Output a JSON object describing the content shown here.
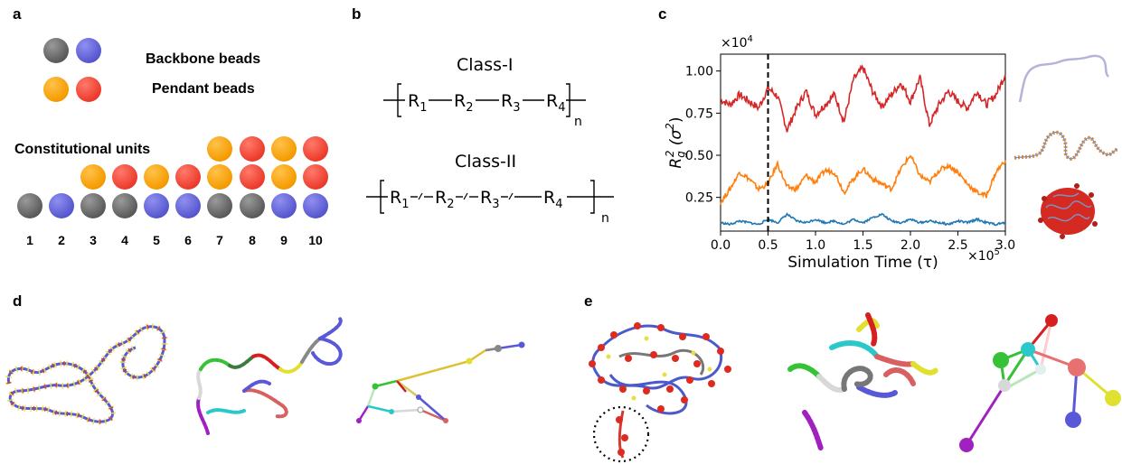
{
  "panels": {
    "a": "a",
    "b": "b",
    "c": "c",
    "d": "d",
    "e": "e"
  },
  "panel_a": {
    "backbone_label": "Backbone beads",
    "pendant_label": "Pendant beads",
    "constitutional_label": "Constitutional units",
    "unit_numbers": [
      "1",
      "2",
      "3",
      "4",
      "5",
      "6",
      "7",
      "8",
      "9",
      "10"
    ],
    "colors": {
      "gray": "#5b5b5b",
      "blue": "#5757cf",
      "orange": "#f59b00",
      "red": "#ec3b2c"
    }
  },
  "panel_b": {
    "class1_title": "Class-I",
    "class1_formula": "R1–R2–R3–R4",
    "class2_title": "Class-II",
    "class2_formula": "R1-/-R2-/-R3-/-R4",
    "repeat_subscript": "n",
    "r_labels": [
      "R",
      "R",
      "R",
      "R"
    ],
    "r_subscripts": [
      "1",
      "2",
      "3",
      "4"
    ]
  },
  "chart_data": {
    "type": "line",
    "xlabel": "Simulation Time (τ)",
    "ylabel": "R_g^2 (σ^2)",
    "x_multiplier": "×10^5",
    "y_multiplier": "×10^4",
    "xlim": [
      0.0,
      3.0
    ],
    "ylim": [
      0.05,
      1.1
    ],
    "xticks": [
      "0.0",
      "0.5",
      "1.0",
      "1.5",
      "2.0",
      "2.5",
      "3.0"
    ],
    "yticks": [
      "0.25",
      "0.50",
      "0.75",
      "1.00"
    ],
    "vline_x": 0.5,
    "series": [
      {
        "color": "#d62728",
        "x": [
          0.0,
          0.1,
          0.2,
          0.3,
          0.4,
          0.5,
          0.6,
          0.7,
          0.8,
          0.9,
          1.0,
          1.1,
          1.2,
          1.3,
          1.4,
          1.5,
          1.6,
          1.7,
          1.8,
          1.9,
          2.0,
          2.1,
          2.2,
          2.3,
          2.4,
          2.5,
          2.6,
          2.7,
          2.8,
          2.9,
          3.0
        ],
        "y": [
          0.83,
          0.8,
          0.86,
          0.82,
          0.78,
          0.9,
          0.85,
          0.65,
          0.78,
          0.88,
          0.74,
          0.8,
          0.86,
          0.7,
          0.95,
          1.02,
          0.88,
          0.79,
          0.86,
          0.93,
          0.82,
          0.96,
          0.68,
          0.8,
          0.88,
          0.82,
          0.78,
          0.88,
          0.8,
          0.86,
          0.98
        ]
      },
      {
        "color": "#ff7f0e",
        "x": [
          0.0,
          0.1,
          0.2,
          0.3,
          0.4,
          0.5,
          0.6,
          0.7,
          0.8,
          0.9,
          1.0,
          1.1,
          1.2,
          1.3,
          1.4,
          1.5,
          1.6,
          1.7,
          1.8,
          1.9,
          2.0,
          2.1,
          2.2,
          2.3,
          2.4,
          2.5,
          2.6,
          2.7,
          2.8,
          2.9,
          3.0
        ],
        "y": [
          0.22,
          0.3,
          0.4,
          0.36,
          0.3,
          0.33,
          0.45,
          0.31,
          0.3,
          0.38,
          0.34,
          0.41,
          0.4,
          0.28,
          0.36,
          0.42,
          0.36,
          0.33,
          0.3,
          0.42,
          0.5,
          0.38,
          0.34,
          0.41,
          0.44,
          0.4,
          0.33,
          0.28,
          0.26,
          0.4,
          0.47
        ]
      },
      {
        "color": "#1f77b4",
        "x": [
          0.0,
          0.1,
          0.2,
          0.3,
          0.4,
          0.5,
          0.6,
          0.7,
          0.8,
          0.9,
          1.0,
          1.1,
          1.2,
          1.3,
          1.4,
          1.5,
          1.6,
          1.7,
          1.8,
          1.9,
          2.0,
          2.1,
          2.2,
          2.3,
          2.4,
          2.5,
          2.6,
          2.7,
          2.8,
          2.9,
          3.0
        ],
        "y": [
          0.1,
          0.09,
          0.11,
          0.1,
          0.09,
          0.12,
          0.1,
          0.15,
          0.11,
          0.1,
          0.12,
          0.1,
          0.11,
          0.09,
          0.12,
          0.1,
          0.13,
          0.15,
          0.11,
          0.1,
          0.12,
          0.1,
          0.11,
          0.1,
          0.09,
          0.11,
          0.1,
          0.12,
          0.1,
          0.09,
          0.1
        ]
      }
    ]
  }
}
